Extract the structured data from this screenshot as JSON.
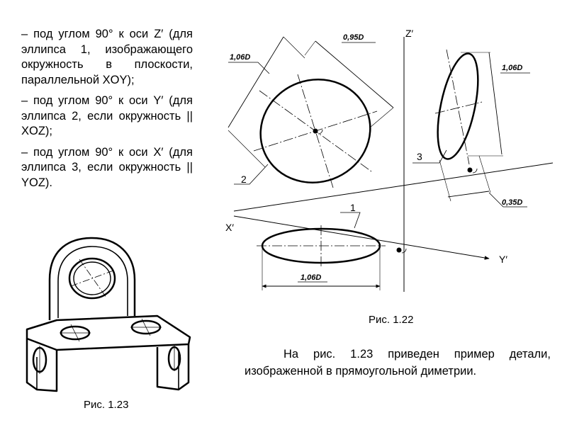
{
  "paragraphs": [
    "– под углом 90° к оси Z′ (для эллипса 1, изображающего окружность в плоскости, параллельной XOY);",
    "– под углом 90° к оси Y′ (для эллипса 2, если окружность || XOZ);",
    "– под углом 90° к оси X′ (для эллипса 3, если окружность || YOZ)."
  ],
  "figure_122": {
    "caption": "Рис. 1.22",
    "axis_labels": {
      "z": "Z′",
      "x": "X′",
      "y": "Y′"
    },
    "ellipse_numbers": {
      "e1": "1",
      "e2": "2",
      "e3": "3"
    },
    "dimensions": {
      "e2_major": "1,06D",
      "e2_minor": "0,95D",
      "e3_major": "1,06D",
      "e3_minor": "0,35D",
      "e1_major": "1,06D"
    }
  },
  "figure_123": {
    "caption": "Рис. 1.23"
  },
  "bottom_paragraph": "На рис. 1.23 приведен пример детали, изображенной в прямоугольной диметрии."
}
